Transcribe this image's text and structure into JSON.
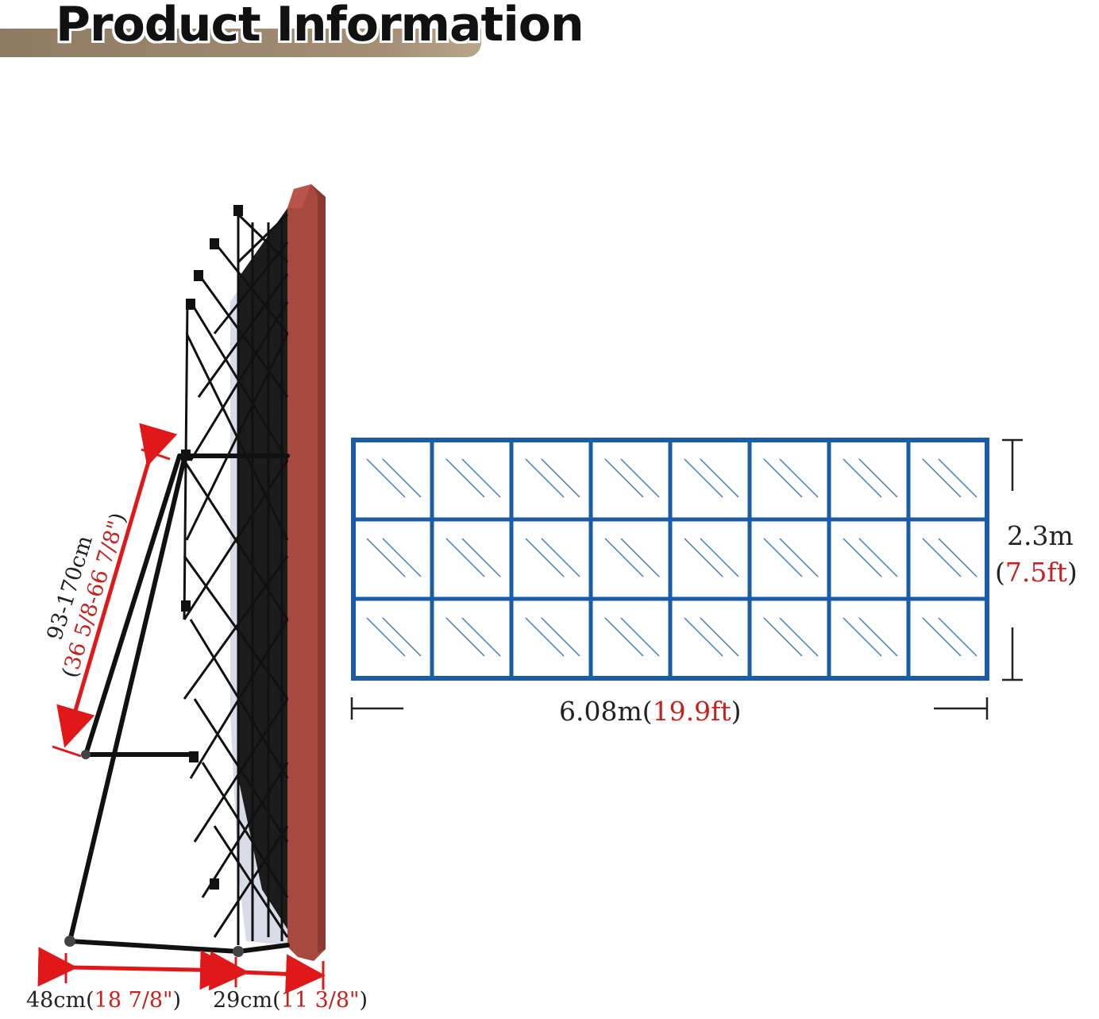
{
  "header": {
    "title": "Product Information"
  },
  "dimensions": {
    "width": {
      "metric": "6.08m",
      "imperial": "19.9ft"
    },
    "height": {
      "metric": "2.3m",
      "imperial": "7.5ft"
    },
    "stand_height": {
      "metric": "93-170cm",
      "imperial": "36 5/8-66 7/8\""
    },
    "base_depth": {
      "metric": "48cm",
      "imperial": "18 7/8\""
    },
    "frame_depth": {
      "metric": "29cm",
      "imperial": "11 3/8\""
    }
  },
  "grid": {
    "columns": 8,
    "rows": 3
  },
  "colors": {
    "grid": "#1a5ca8",
    "accent": "#e0181a",
    "fabric": "#a8493f",
    "frame": "#111111"
  }
}
